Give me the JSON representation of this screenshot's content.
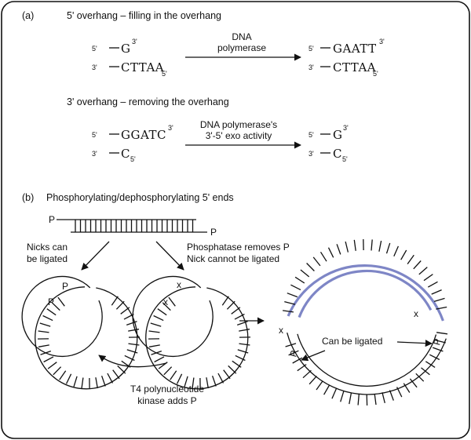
{
  "panel_a": {
    "label": "(a)",
    "overhang5": {
      "title": "5' overhang – filling in the overhang",
      "left_top_end": "5'",
      "left_top_seq": "G",
      "left_top_tail": "3'",
      "left_bottom_end": "3'",
      "left_bottom_seq": "CTTAA",
      "left_bottom_tail": "5'",
      "arrow_line1": "DNA",
      "arrow_line2": "polymerase",
      "right_top_end": "5'",
      "right_top_seq": "GAATT",
      "right_top_tail": "3'",
      "right_bottom_end": "3'",
      "right_bottom_seq": "CTTAA",
      "right_bottom_tail": "5'"
    },
    "overhang3": {
      "title": "3' overhang – removing the overhang",
      "left_top_end": "5'",
      "left_top_seq": "GGATC",
      "left_top_tail": "3'",
      "left_bottom_end": "3'",
      "left_bottom_seq": "C",
      "left_bottom_tail": "5'",
      "arrow_line1": "DNA polymerase's",
      "arrow_line2": "3'-5' exo activity",
      "right_top_end": "5'",
      "right_top_seq": "G",
      "right_top_tail": "3'",
      "right_bottom_end": "3'",
      "right_bottom_seq": "C",
      "right_bottom_tail": "5'"
    }
  },
  "panel_b": {
    "label": "(b)",
    "title": "Phosphorylating/dephosphorylating 5' ends",
    "p_mark": "P",
    "x_mark": "x",
    "nicks_line1": "Nicks can",
    "nicks_line2": "be ligated",
    "phosphatase_line1": "Phosphatase removes P",
    "phosphatase_line2": "Nick cannot be ligated",
    "kinase_line1": "T4 polynucleotide",
    "kinase_line2": "kinase adds P",
    "can_be_ligated": "Can be ligated"
  }
}
